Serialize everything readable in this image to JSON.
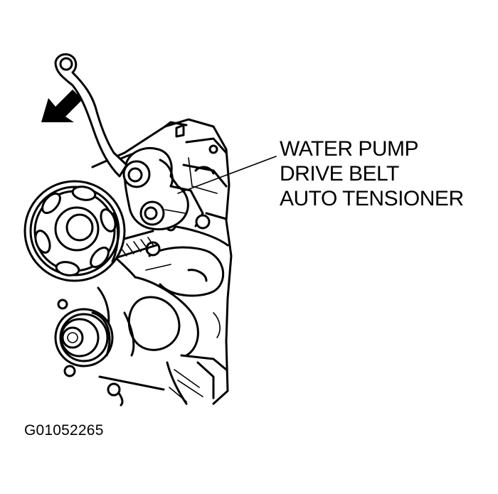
{
  "callout": {
    "line1": "WATER PUMP",
    "line2": "DRIVE BELT",
    "line3": "AUTO TENSIONER"
  },
  "figure_id": "G01052265",
  "icons": {
    "arrow": "direction-arrow-icon",
    "wrench": "wrench-icon",
    "pulley": "pulley-icon"
  },
  "colors": {
    "ink": "#000000",
    "paper": "#ffffff"
  }
}
